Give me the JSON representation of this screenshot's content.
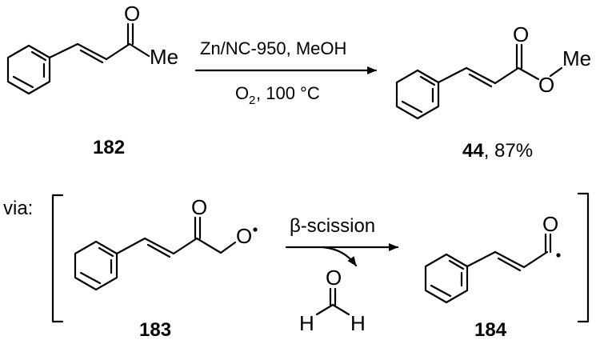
{
  "reaction": {
    "conditions_top": "Zn/NC-950, MeOH",
    "conditions_bottom_main": "O",
    "conditions_bottom_sub": "2",
    "conditions_bottom_rest": ", 100 °C"
  },
  "compounds": {
    "c182": {
      "label": "182",
      "o": "O",
      "me": "Me"
    },
    "c44": {
      "label": "44",
      "yield": ", 87%",
      "o1": "O",
      "o2": "O",
      "me": "Me"
    }
  },
  "mechanism": {
    "via": "via:",
    "step": "β-scission",
    "c183": {
      "label": "183",
      "o1": "O",
      "o2": "O"
    },
    "c184": {
      "label": "184",
      "o": "O"
    },
    "byproduct": {
      "o": "O",
      "h1": "H",
      "h2": "H"
    }
  }
}
